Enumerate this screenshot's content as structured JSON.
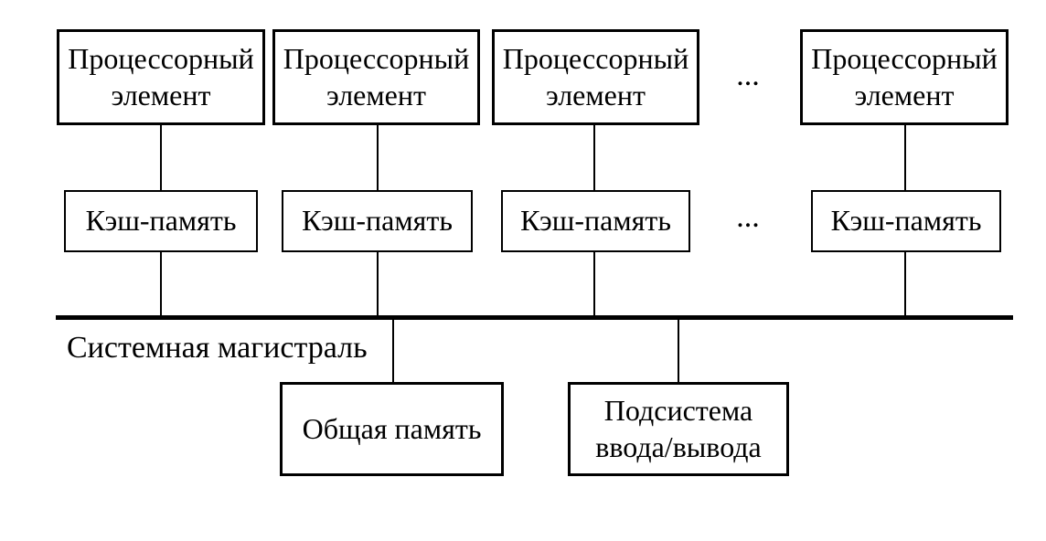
{
  "nodes": {
    "processors": [
      {
        "label": "Процессорный элемент"
      },
      {
        "label": "Процессорный элемент"
      },
      {
        "label": "Процессорный элемент"
      },
      {
        "label": "Процессорный элемент"
      }
    ],
    "caches": [
      {
        "label": "Кэш-память"
      },
      {
        "label": "Кэш-память"
      },
      {
        "label": "Кэш-память"
      },
      {
        "label": "Кэш-память"
      }
    ],
    "processors_ellipsis": "...",
    "caches_ellipsis": "...",
    "bus_label": "Системная магистраль",
    "shared_memory_label": "Общая память",
    "io_subsystem_label": "Подсистема ввода/вывода"
  },
  "colors": {
    "line": "#000000",
    "text": "#000000",
    "background": "#ffffff"
  }
}
